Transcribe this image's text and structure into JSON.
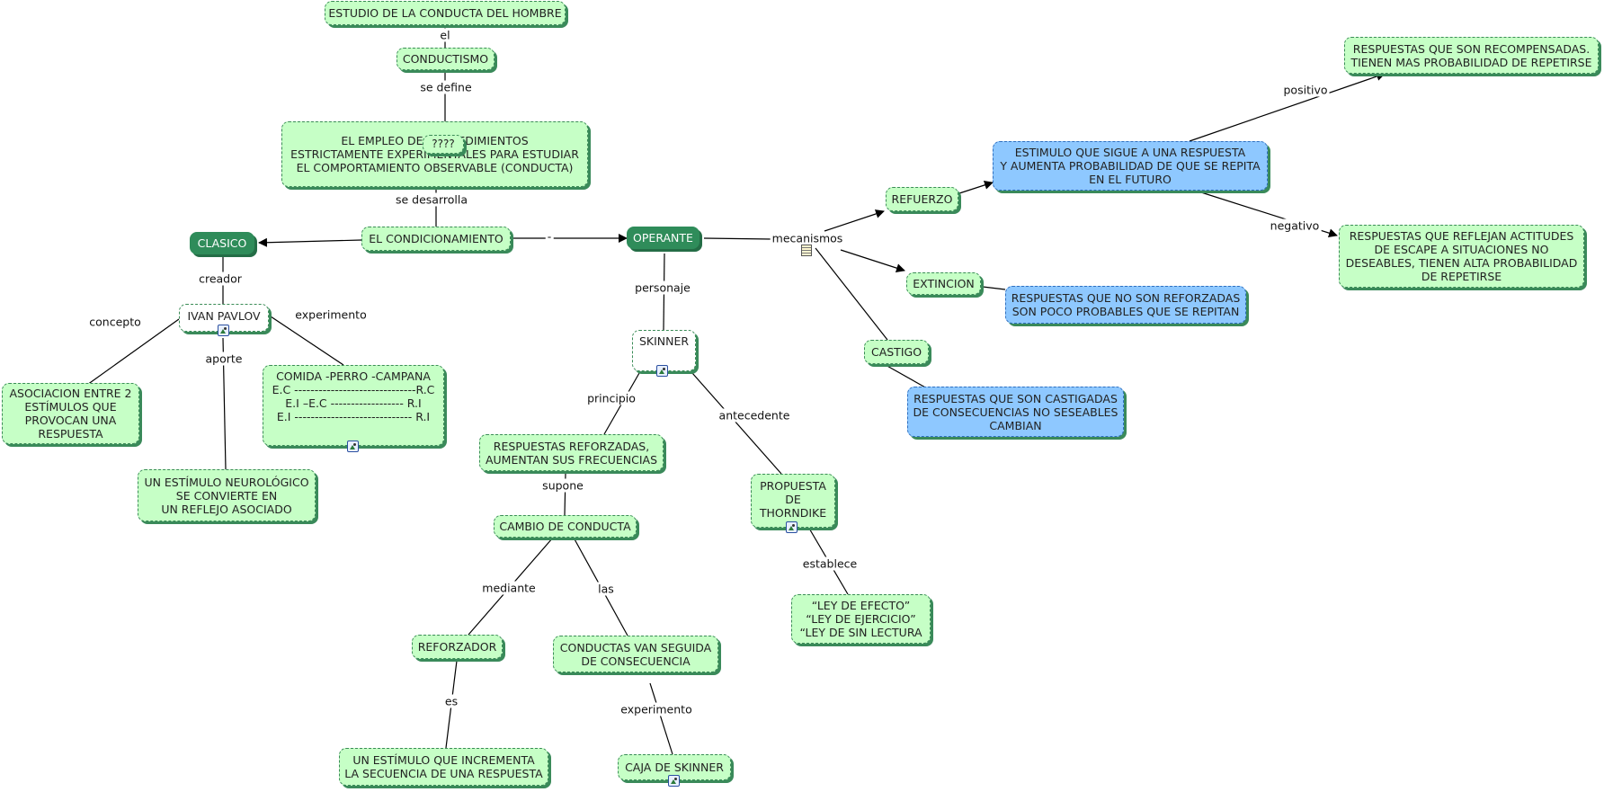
{
  "nodes": {
    "estudio": "ESTUDIO DE LA CONDUCTA DEL HOMBRE",
    "conductismo": "CONDUCTISMO",
    "empleo": "EL EMPLEO DE PROCEDIMIENTOS\nESTRICTAMENTE EXPERIMENTALES PARA ESTUDIAR\nEL COMPORTAMIENTO OBSERVABLE (CONDUCTA)",
    "empleo_overlay": "????",
    "condicionamiento": "EL CONDICIONAMIENTO",
    "clasico": "CLASICO",
    "operante": "OPERANTE",
    "ivan_pavlov": "IVAN PAVLOV",
    "asociacion": "ASOCIACION ENTRE 2\nESTÍMULOS QUE\nPROVOCAN UNA\nRESPUESTA",
    "comida": "COMIDA -PERRO -CAMPANA\nE.C ------------------------------R.C\nE.I –E.C    ------------------    R.I\nE.I -----------------------------  R.I",
    "estimulo_neuro": "UN ESTÍMULO NEUROLÓGICO\nSE CONVIERTE EN\nUN REFLEJO ASOCIADO",
    "skinner": "SKINNER",
    "respuestas_reforzadas": "RESPUESTAS REFORZADAS,\nAUMENTAN SUS FRECUENCIAS",
    "cambio": "CAMBIO DE CONDUCTA",
    "reforzador": "REFORZADOR",
    "conductas_van": "CONDUCTAS VAN SEGUIDA\nDE CONSECUENCIA",
    "estimulo_incrementa": "UN ESTÍMULO QUE INCREMENTA\nLA SECUENCIA DE UNA RESPUESTA",
    "caja": "CAJA DE SKINNER",
    "thorndike": "PROPUESTA\nDE\nTHORNDIKE",
    "leyes": "“LEY DE EFECTO”\n“LEY DE EJERCICIO”\n“LEY DE SIN LECTURA",
    "refuerzo": "REFUERZO",
    "extincion": "EXTINCION",
    "castigo": "CASTIGO",
    "estimulo_sigue": "ESTIMULO QUE SIGUE A UNA RESPUESTA\nY AUMENTA PROBABILIDAD DE QUE SE REPITA\nEN EL FUTURO",
    "recompensadas": "RESPUESTAS QUE SON RECOMPENSADAS.\nTIENEN MAS PROBABILIDAD DE REPETIRSE",
    "reflejan": "RESPUESTAS QUE REFLEJAN ACTITUDES\nDE ESCAPE A SITUACIONES NO\nDESEABLES, TIENEN ALTA PROBABILIDAD\nDE REPETIRSE",
    "no_reforzadas": "RESPUESTAS QUE NO SON REFORZADAS\nSON POCO PROBABLES QUE SE REPITAN",
    "castigadas": "RESPUESTAS QUE SON CASTIGADAS\nDE CONSECUENCIAS NO SESEABLES\nCAMBIAN"
  },
  "links": {
    "el": "el",
    "se_define": "se define",
    "se_desarrolla": "se desarrolla",
    "dash": "-",
    "creador": "creador",
    "concepto": "concepto",
    "experimento_pavlov": "experimento",
    "aporte": "aporte",
    "personaje": "personaje",
    "principio": "principio",
    "antecedente": "antecedente",
    "supone": "supone",
    "mediante": "mediante",
    "las": "las",
    "es": "es",
    "experimento_skinner": "experimento",
    "establece": "establece",
    "mecanismos": "mecanismos",
    "positivo": "positivo",
    "negativo": "negativo"
  },
  "icons": {
    "image": "image-icon",
    "note": "note-icon"
  },
  "colors": {
    "node_green": "#c6ffc6",
    "node_dark": "#2f8c5a",
    "node_blue": "#8ec8ff",
    "shadow": "#3a8a5a"
  }
}
